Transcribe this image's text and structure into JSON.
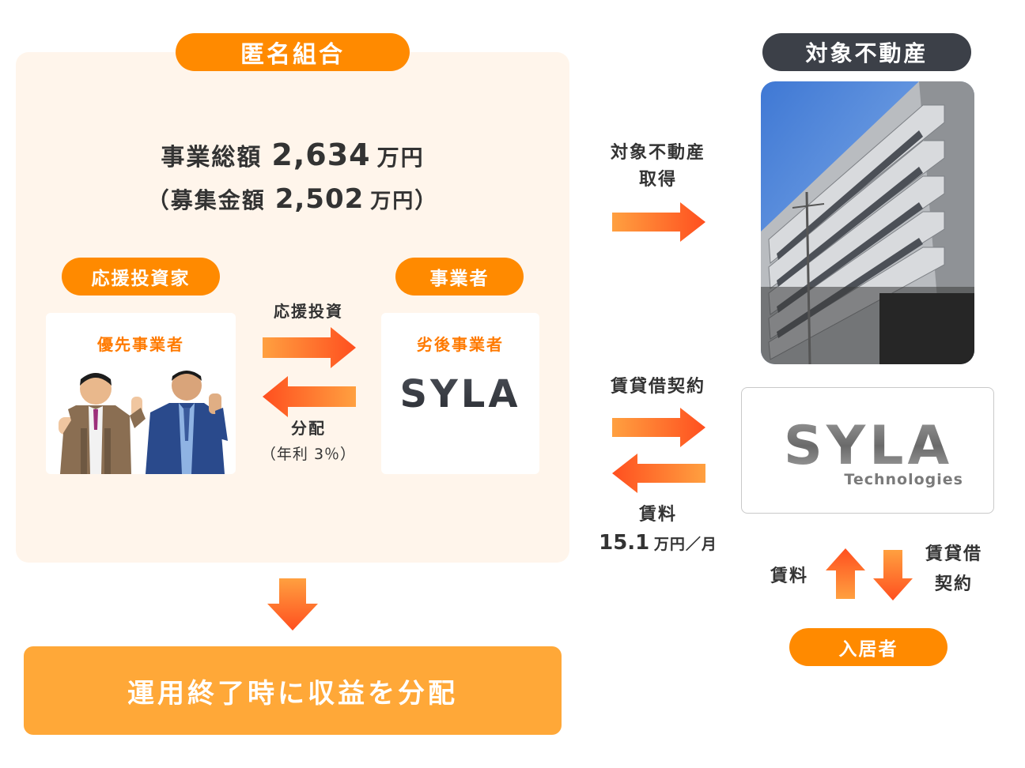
{
  "fund": {
    "title": "匿名組合",
    "total_label": "事業総額",
    "total_value": "2,634",
    "total_unit": "万円",
    "raise_open": "（",
    "raise_label": "募集金額",
    "raise_value": "2,502",
    "raise_unit": "万円",
    "raise_close": "）"
  },
  "supporter": {
    "badge": "応援投資家",
    "card_title": "優先事業者"
  },
  "operator": {
    "badge": "事業者",
    "card_title": "劣後事業者",
    "logo_text": "SYLA"
  },
  "flows": {
    "investment": "応援投資",
    "distribution": "分配",
    "distribution_rate": "（年利 3％）",
    "acquisition_line1": "対象不動産",
    "acquisition_line2": "取得",
    "lease_contract": "賃貸借契約",
    "rent_label": "賃料",
    "rent_value": "15.1",
    "rent_unit": "万円／月",
    "tenant_rent": "賃料",
    "tenant_lease_line1": "賃貸借",
    "tenant_lease_line2": "契約"
  },
  "property": {
    "title": "対象不動産"
  },
  "tech": {
    "logo_text": "SYLA",
    "logo_sub": "Technologies"
  },
  "tenant": {
    "badge": "入居者"
  },
  "result": {
    "text": "運用終了時に収益を分配"
  },
  "colors": {
    "orange": "#ff8a00",
    "panel": "#fff5eb",
    "dark": "#3c4048",
    "result": "#ffa838"
  }
}
